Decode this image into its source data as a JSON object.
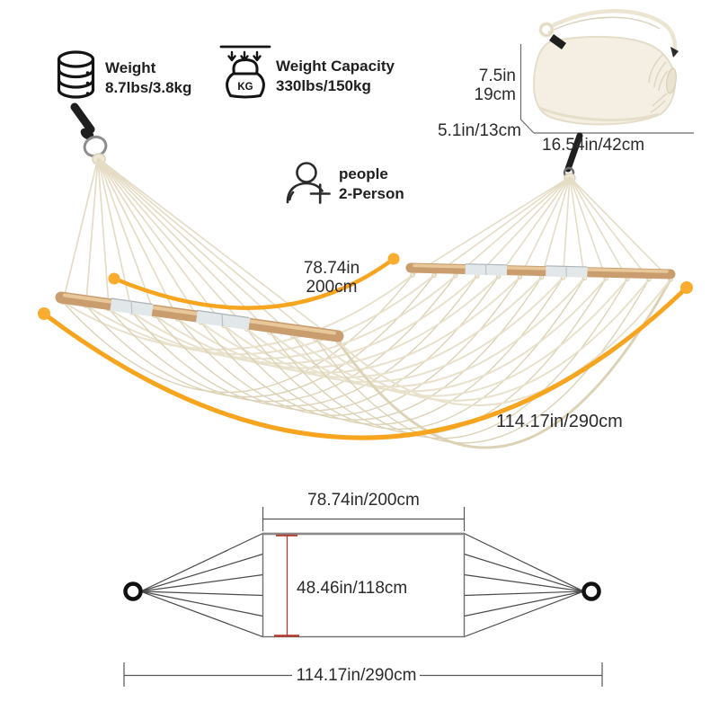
{
  "specs": {
    "weight": {
      "icon": "weight-plates-icon",
      "label": "Weight",
      "value": "8.7lbs/3.8kg"
    },
    "capacity": {
      "icon": "kettlebell-icon",
      "label": "Weight Capacity",
      "value": "330lbs/150kg",
      "badge": "KG"
    },
    "people": {
      "icon": "person-add-icon",
      "label": "people",
      "value": "2-Person"
    }
  },
  "carry_bag": {
    "height_in": "7.5in",
    "height_cm": "19cm",
    "depth": "5.1in/13cm",
    "length": "16.54in/42cm"
  },
  "hammock_figure": {
    "bed_length_in": "78.74in",
    "bed_length_cm": "200cm",
    "overall_length": "114.17in/290cm"
  },
  "dimension_diagram": {
    "bed_length": "78.74in/200cm",
    "bed_width": "48.46in/118cm",
    "overall_length": "114.17in/290cm"
  },
  "colors": {
    "accent_orange": "#F7A41E",
    "accent_orange_dot": "#F9AC2E",
    "red_line": "#B03A2E",
    "wood": "#C99D6D",
    "wood_highlight": "#E8C89B",
    "metal": "#E2E7EA",
    "net": "#DCD3B6",
    "net_light": "#E8E1CC",
    "rope": "#E4DCC5",
    "bag_fill": "#F4EFE2",
    "line_gray": "#5A5A5A",
    "ink": "#1F1F1F"
  }
}
